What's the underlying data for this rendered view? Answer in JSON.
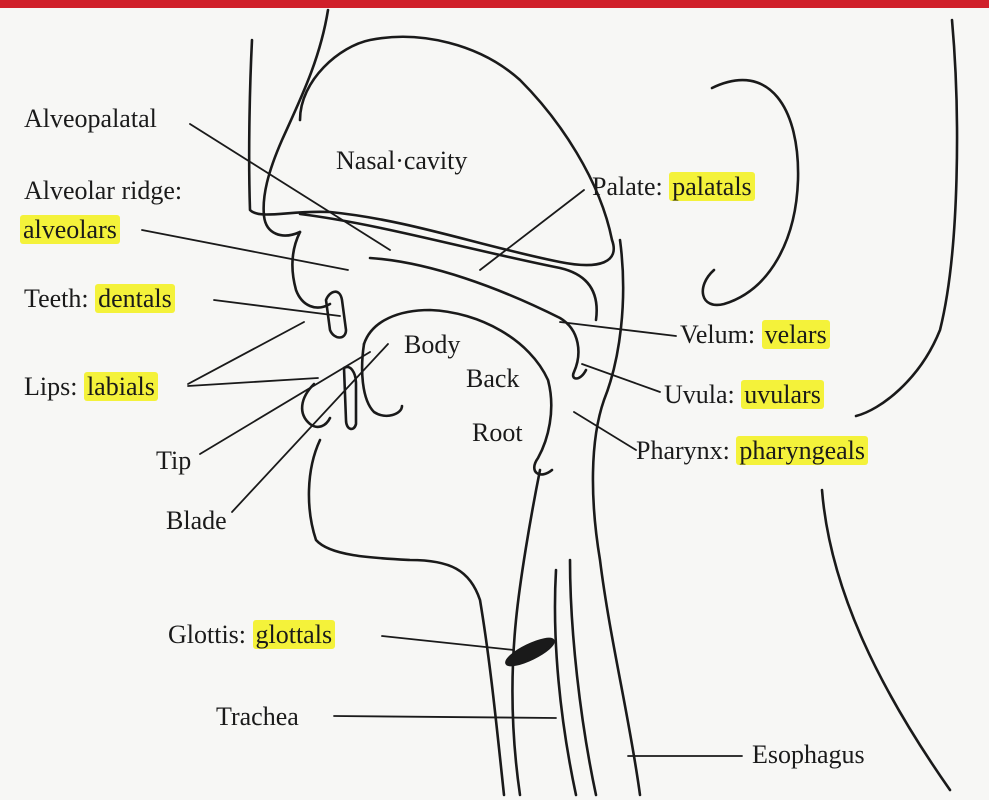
{
  "labels": {
    "alveopalatal": "Alveopalatal",
    "nasal_cavity": "Nasal·cavity",
    "alveolar_ridge": "Alveolar ridge:",
    "alveolars": "alveolars",
    "palate": "Palate:",
    "palatals": "palatals",
    "teeth": "Teeth:",
    "dentals": "dentals",
    "body": "Body",
    "back": "Back",
    "root": "Root",
    "velum": "Velum:",
    "velars": "velars",
    "lips": "Lips:",
    "labials": "labials",
    "uvula": "Uvula:",
    "uvulars": "uvulars",
    "tip": "Tip",
    "pharynx": "Pharynx:",
    "pharyngeals": "pharyngeals",
    "blade": "Blade",
    "glottis": "Glottis:",
    "glottals": "glottals",
    "trachea": "Trachea",
    "esophagus": "Esophagus"
  },
  "colors": {
    "highlight": "#f4f23a",
    "top_bar": "#d0202a",
    "ink": "#1a1a1a"
  }
}
